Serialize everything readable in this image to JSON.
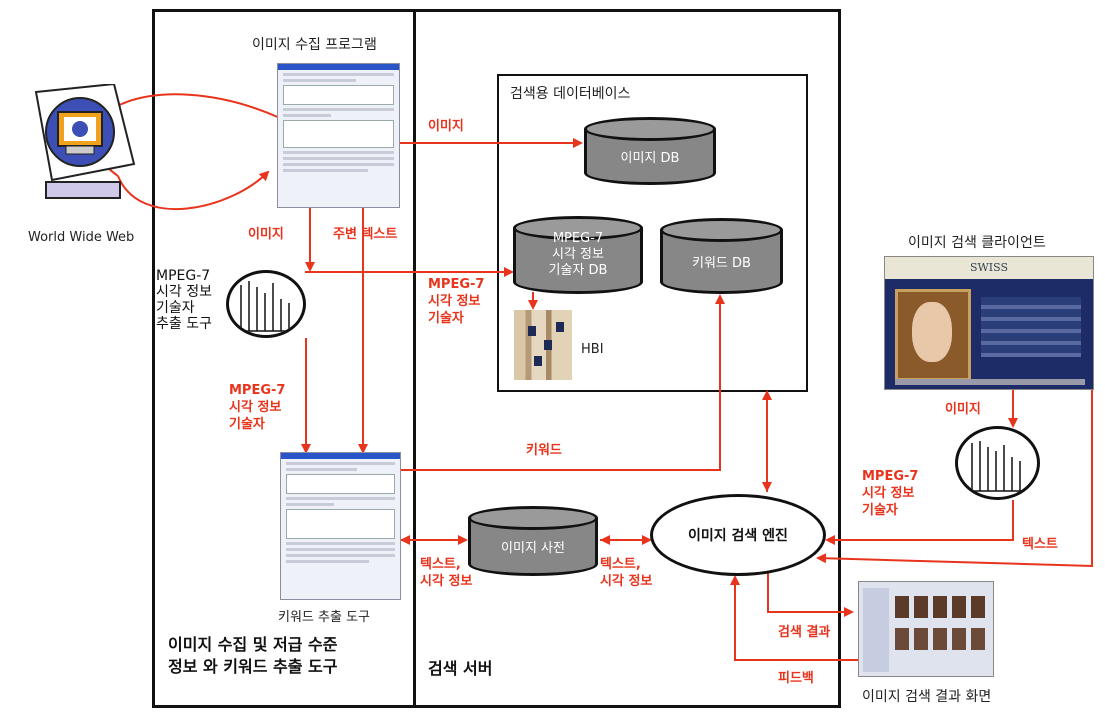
{
  "labels": {
    "www": "World Wide Web",
    "collector_title": "이미지 수집 프로그램",
    "search_db_title": "검색용 데이터베이스",
    "image_db": "이미지 DB",
    "mpeg7_db_line1": "MPEG-7",
    "mpeg7_db_line2": "시각 정보",
    "mpeg7_db_line3": "기술자 DB",
    "keyword_db": "키워드 DB",
    "hbi": "HBI",
    "client_title": "이미지 검색 클라이언트",
    "client_banner": "SWISS",
    "extract_tool_line1": "MPEG-7",
    "extract_tool_line2": "시각 정보",
    "extract_tool_line3": "기술자",
    "extract_tool_line4": "추출 도구",
    "keyword_tool": "키워드 추출 도구",
    "image_dict": "이미지 사전",
    "engine": "이미지 검색 엔진",
    "result_screen": "이미지 검색 결과 화면",
    "left_panel_line1": "이미지 수집 및 저급 수준",
    "left_panel_line2": "정보 와 키워드 추출 도구",
    "right_panel": "검색 서버"
  },
  "arrows": {
    "image_top": "이미지",
    "image_left": "이미지",
    "surround_text": "주변 텍스트",
    "mpeg7_mid_1": "MPEG-7",
    "mpeg7_mid_2": "시각 정보",
    "mpeg7_mid_3": "기술자",
    "mpeg7_left_1": "MPEG-7",
    "mpeg7_left_2": "시각 정보",
    "mpeg7_left_3": "기술자",
    "keyword": "키워드",
    "text_visual_left_1": "텍스트,",
    "text_visual_left_2": "시각 정보",
    "text_visual_right_1": "텍스트,",
    "text_visual_right_2": "시각 정보",
    "image_right": "이미지",
    "mpeg7_right_1": "MPEG-7",
    "mpeg7_right_2": "시각 정보",
    "mpeg7_right_3": "기술자",
    "text_right": "텍스트",
    "search_result": "검색 결과",
    "feedback": "피드백"
  },
  "colors": {
    "arrow": "#e8341c",
    "cylinder": "#878787",
    "window_title": "#2a55c9"
  }
}
